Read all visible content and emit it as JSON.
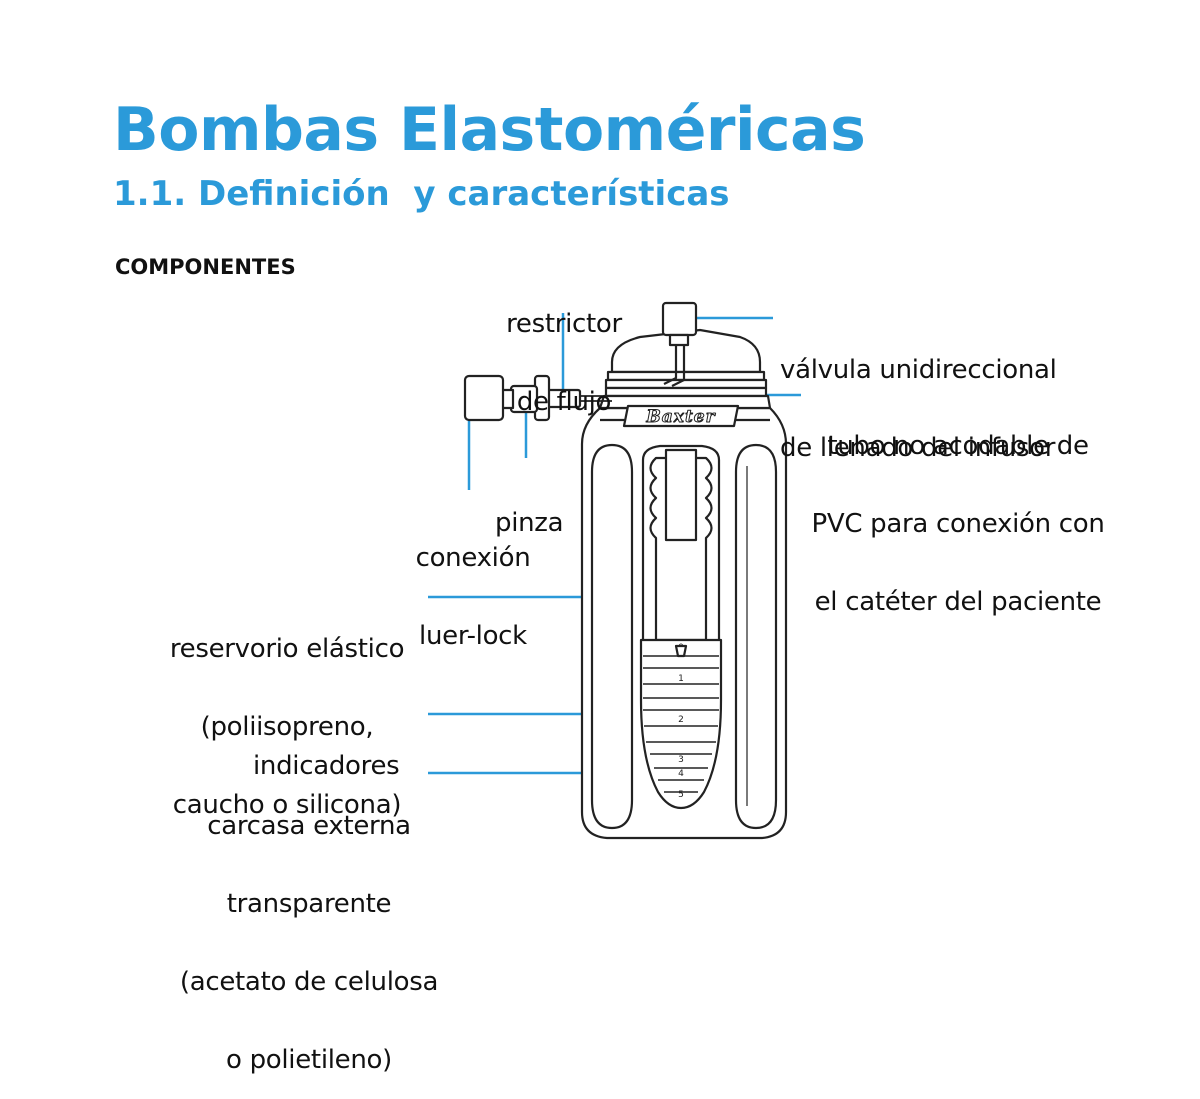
{
  "header": {
    "title": "Bombas Elastoméricas",
    "subtitle": "1.1. Definición  y características"
  },
  "section_label": "COMPONENTES",
  "labels": {
    "restrictor": [
      "restrictor",
      "de flujo"
    ],
    "valvula": [
      "válvula unidireccional",
      "de llenado del infusor"
    ],
    "tubo": [
      "tubo no acodable de",
      "PVC para conexión con",
      "el catéter del paciente"
    ],
    "pinza": [
      "pinza"
    ],
    "conexion": [
      "conexión",
      "luer-lock"
    ],
    "reservorio": [
      "reservorio elástico",
      "(poliisopreno,",
      "caucho o silicona)"
    ],
    "indicadores": [
      "indicadores"
    ],
    "carcasa": [
      "carcasa externa",
      "transparente",
      "(acetato de celulosa",
      "o polietileno)"
    ]
  },
  "device": {
    "brand": "Baxter",
    "scale_marks": [
      "0",
      "1",
      "2",
      "3",
      "4",
      "5"
    ]
  },
  "colors": {
    "accent": "#2b9ad9",
    "leader": "#2b9ad9",
    "text": "#111111",
    "drawing": "#222222"
  }
}
